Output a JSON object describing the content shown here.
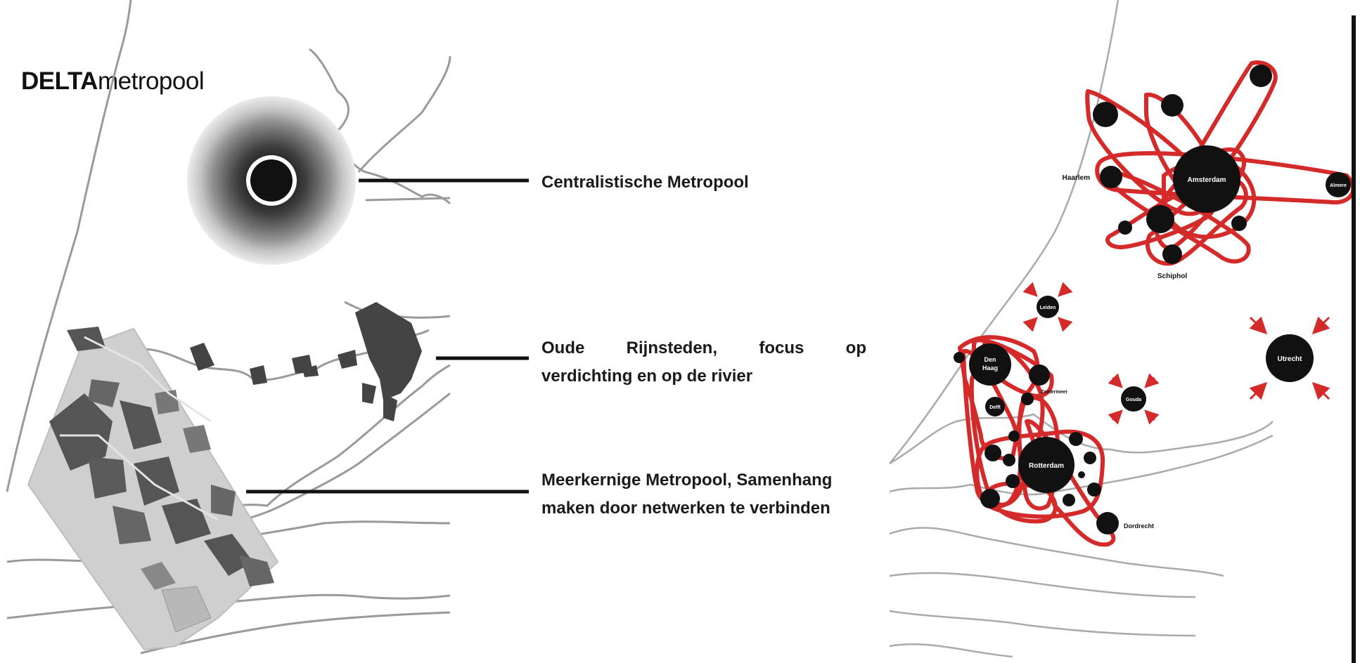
{
  "logo": {
    "strong": "DELTA",
    "rest": "metropool"
  },
  "captions": {
    "centralist": "Centralistische Metropool",
    "rhine_line1": "Oude Rijnsteden, focus op",
    "rhine_line2": "verdichting en op de rivier",
    "multicore_line1": "Meerkernige Metropool, Samenhang",
    "multicore_line2": "maken door netwerken te verbinden"
  },
  "city_labels": {
    "amsterdam": "Amsterdam",
    "haarlem": "Haarlem",
    "almere": "Almere",
    "schiphol": "Schiphol",
    "leiden": "Leiden",
    "den_haag_1": "Den",
    "den_haag_2": "Haag",
    "delft": "Delft",
    "zoetermeer": "Zoetermeer",
    "gouda": "Gouda",
    "utrecht": "Utrecht",
    "rotterdam": "Rotterdam",
    "dordrecht": "Dordrecht"
  },
  "colors": {
    "network_red": "#d42a2a",
    "node_black": "#111111",
    "map_line": "#9a9a9a",
    "urban_dark": "#555555",
    "urban_light": "#bdbdbd"
  },
  "icons": {
    "concentric": "concentric-rings",
    "attractor": "inward-arrows"
  }
}
